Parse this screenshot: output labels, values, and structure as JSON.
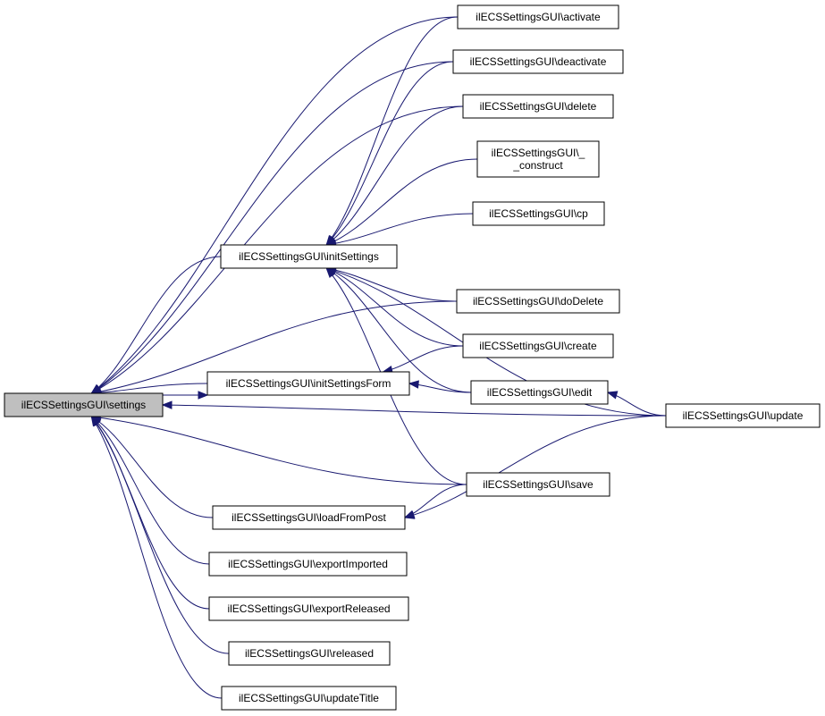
{
  "colors": {
    "edge": "#191970",
    "node_border": "#000000",
    "node_fill": "#ffffff",
    "focus_fill": "#bfbfbf"
  },
  "nodes": {
    "settings": {
      "lines": [
        "ilECSSettingsGUI\\settings"
      ],
      "focus": true
    },
    "initSettings": {
      "lines": [
        "ilECSSettingsGUI\\initSettings"
      ]
    },
    "initSettingsForm": {
      "lines": [
        "ilECSSettingsGUI\\initSettingsForm"
      ]
    },
    "loadFromPost": {
      "lines": [
        "ilECSSettingsGUI\\loadFromPost"
      ]
    },
    "exportImported": {
      "lines": [
        "ilECSSettingsGUI\\exportImported"
      ]
    },
    "exportReleased": {
      "lines": [
        "ilECSSettingsGUI\\exportReleased"
      ]
    },
    "released": {
      "lines": [
        "ilECSSettingsGUI\\released"
      ]
    },
    "updateTitle": {
      "lines": [
        "ilECSSettingsGUI\\updateTitle"
      ]
    },
    "activate": {
      "lines": [
        "ilECSSettingsGUI\\activate"
      ]
    },
    "deactivate": {
      "lines": [
        "ilECSSettingsGUI\\deactivate"
      ]
    },
    "delete": {
      "lines": [
        "ilECSSettingsGUI\\delete"
      ]
    },
    "construct": {
      "lines": [
        "ilECSSettingsGUI\\_",
        "_construct"
      ]
    },
    "cp": {
      "lines": [
        "ilECSSettingsGUI\\cp"
      ]
    },
    "doDelete": {
      "lines": [
        "ilECSSettingsGUI\\doDelete"
      ]
    },
    "create": {
      "lines": [
        "ilECSSettingsGUI\\create"
      ]
    },
    "edit": {
      "lines": [
        "ilECSSettingsGUI\\edit"
      ]
    },
    "save": {
      "lines": [
        "ilECSSettingsGUI\\save"
      ]
    },
    "update": {
      "lines": [
        "ilECSSettingsGUI\\update"
      ]
    }
  },
  "edges": [
    [
      "activate",
      "settings"
    ],
    [
      "deactivate",
      "settings"
    ],
    [
      "delete",
      "settings"
    ],
    [
      "initSettings",
      "settings"
    ],
    [
      "doDelete",
      "settings"
    ],
    [
      "initSettingsForm",
      "settings"
    ],
    [
      "update",
      "settings"
    ],
    [
      "save",
      "settings"
    ],
    [
      "loadFromPost",
      "settings"
    ],
    [
      "exportImported",
      "settings"
    ],
    [
      "exportReleased",
      "settings"
    ],
    [
      "released",
      "settings"
    ],
    [
      "updateTitle",
      "settings"
    ],
    [
      "settings",
      "initSettingsForm"
    ],
    [
      "activate",
      "initSettings"
    ],
    [
      "deactivate",
      "initSettings"
    ],
    [
      "delete",
      "initSettings"
    ],
    [
      "construct",
      "initSettings"
    ],
    [
      "cp",
      "initSettings"
    ],
    [
      "update",
      "initSettings"
    ],
    [
      "doDelete",
      "initSettings"
    ],
    [
      "create",
      "initSettings"
    ],
    [
      "edit",
      "initSettings"
    ],
    [
      "save",
      "initSettings"
    ],
    [
      "create",
      "initSettingsForm"
    ],
    [
      "edit",
      "initSettingsForm"
    ],
    [
      "update",
      "edit"
    ],
    [
      "save",
      "loadFromPost"
    ],
    [
      "update",
      "loadFromPost"
    ]
  ]
}
